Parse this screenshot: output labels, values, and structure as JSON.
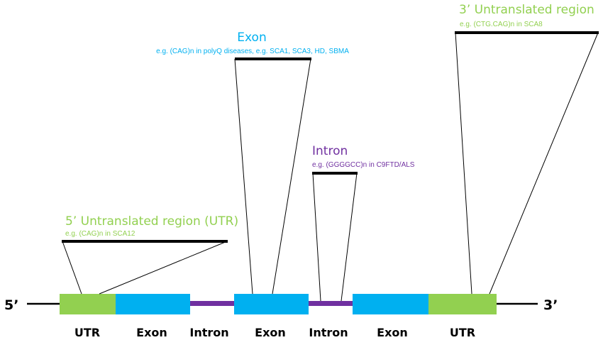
{
  "colors": {
    "utr": "#92d050",
    "exon": "#00b0f0",
    "intron": "#7030a0",
    "line": "#000000",
    "bar": "#000000",
    "connector": "#000000"
  },
  "ends": {
    "five_prime": "5’",
    "three_prime": "3’"
  },
  "segment_labels": [
    "UTR",
    "Exon",
    "Intron",
    "Exon",
    "Intron",
    "Exon",
    "UTR"
  ],
  "callouts": {
    "utr5": {
      "title": "5’ Untranslated region (UTR)",
      "example": "e.g. (CAG)n in SCA12"
    },
    "exon": {
      "title": "Exon",
      "example": "e.g. (CAG)n in polyQ diseases, e.g. SCA1, SCA3, HD, SBMA"
    },
    "intron": {
      "title": "Intron",
      "example": "e.g. (GGGGCC)n in C9FTD/ALS"
    },
    "utr3": {
      "title": "3’ Untranslated region",
      "example": "e.g. (CTG.CAG)n in SCA8"
    }
  }
}
